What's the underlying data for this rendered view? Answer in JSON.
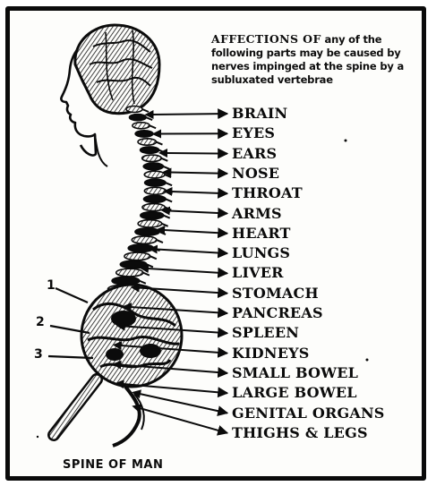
{
  "caption": {
    "lead": "AFFECTIONS OF",
    "text": " any of the following parts may be caused by nerves impinged at the spine by a subluxated vertebrae"
  },
  "organs": [
    "BRAIN",
    "EYES",
    "EARS",
    "NOSE",
    "THROAT",
    "ARMS",
    "HEART",
    "LUNGS",
    "LIVER",
    "STOMACH",
    "PANCREAS",
    "SPLEEN",
    "KIDNEYS",
    "SMALL BOWEL",
    "LARGE BOWEL",
    "GENITAL ORGANS",
    "THIGHS & LEGS"
  ],
  "callouts": [
    "1",
    "2",
    "3"
  ],
  "figure_title": "SPINE OF MAN",
  "colors": {
    "ink": "#0b0b0b",
    "paper": "#fdfdfb"
  }
}
